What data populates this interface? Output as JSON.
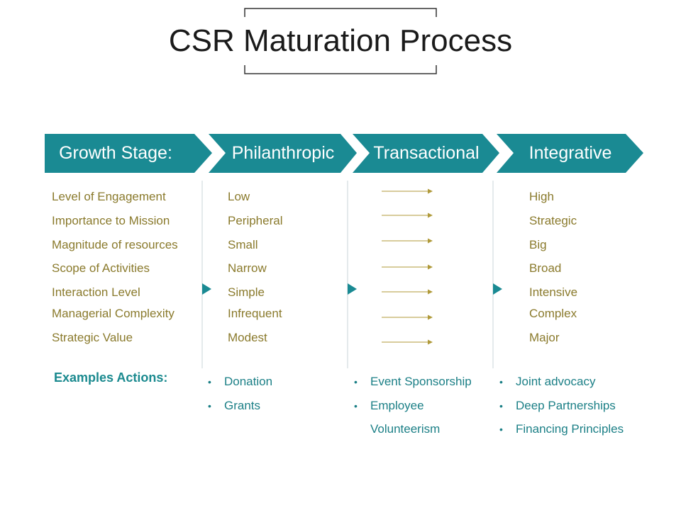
{
  "title": "CSR Maturation Process",
  "colors": {
    "teal": "#1a8a93",
    "olive": "#8a7a2c",
    "divider": "#c8d6d8",
    "bracket": "#333333"
  },
  "stages": [
    {
      "label": "Growth Stage:"
    },
    {
      "label": "Philanthropic"
    },
    {
      "label": "Transactional"
    },
    {
      "label": "Integrative"
    }
  ],
  "dimensions": [
    "Level of Engagement",
    "Importance to Mission",
    "Magnitude of resources",
    "Scope of Activities",
    "Interaction Level",
    "Managerial Complexity",
    "Strategic Value"
  ],
  "philanthropic_values": [
    "Low",
    "Peripheral",
    "Small",
    "Narrow",
    "Simple",
    "Infrequent",
    "Modest"
  ],
  "integrative_values": [
    "High",
    "Strategic",
    "Big",
    "Broad",
    "Intensive",
    "Complex",
    "Major"
  ],
  "examples_heading": "Examples Actions:",
  "examples": {
    "philanthropic": [
      "Donation",
      "Grants"
    ],
    "transactional": [
      "Event Sponsorship",
      "Employee",
      "Volunteerism"
    ],
    "integrative": [
      "Joint advocacy",
      "Deep Partnerships",
      "Financing Principles"
    ]
  }
}
